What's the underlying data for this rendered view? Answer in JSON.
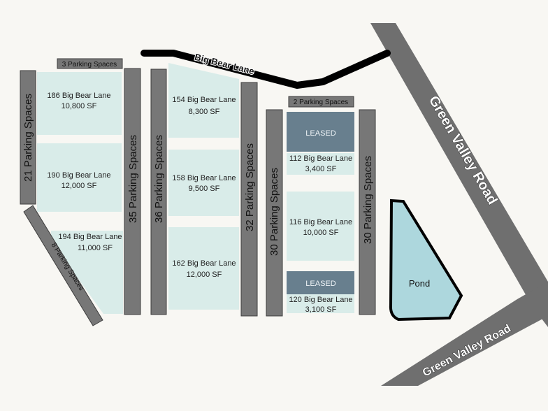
{
  "roads": {
    "main_road_label": "Green Valley Road",
    "lower_road_label": "Green Valley Road",
    "lane_label": "Big Bear Lane"
  },
  "parking": {
    "p21": "21 Parking Spaces",
    "p8": "8 Parking Spaces",
    "p3": "3 Parking Spaces",
    "p35": "35 Parking Spaces",
    "p36": "36 Parking Spaces",
    "p32": "32 Parking Spaces",
    "p30a": "30 Parking Spaces",
    "p2": "2 Parking Spaces",
    "p30b": "30 Parking Spaces"
  },
  "lots": {
    "l186": {
      "name": "186 Big Bear Lane",
      "size": "10,800 SF"
    },
    "l190": {
      "name": "190 Big Bear Lane",
      "size": "12,000 SF"
    },
    "l194": {
      "name": "194 Big Bear Lane",
      "size": "11,000 SF"
    },
    "l154": {
      "name": "154 Big Bear Lane",
      "size": "8,300 SF"
    },
    "l158": {
      "name": "158 Big Bear Lane",
      "size": "9,500 SF"
    },
    "l162": {
      "name": "162 Big Bear Lane",
      "size": "12,000 SF"
    },
    "l112": {
      "name": "112 Big Bear Lane",
      "size": "3,400 SF",
      "status": "LEASED"
    },
    "l116": {
      "name": "116 Big Bear Lane",
      "size": "10,000 SF"
    },
    "l120": {
      "name": "120 Big Bear Lane",
      "size": "3,100 SF",
      "status": "LEASED"
    }
  },
  "pond": {
    "label": "Pond"
  },
  "colors": {
    "lot": "#d9ece9",
    "leased": "#687f8e",
    "parking": "#777777",
    "road": "#6f6f6f",
    "pond": "#add7dd",
    "background": "#f8f7f3"
  }
}
